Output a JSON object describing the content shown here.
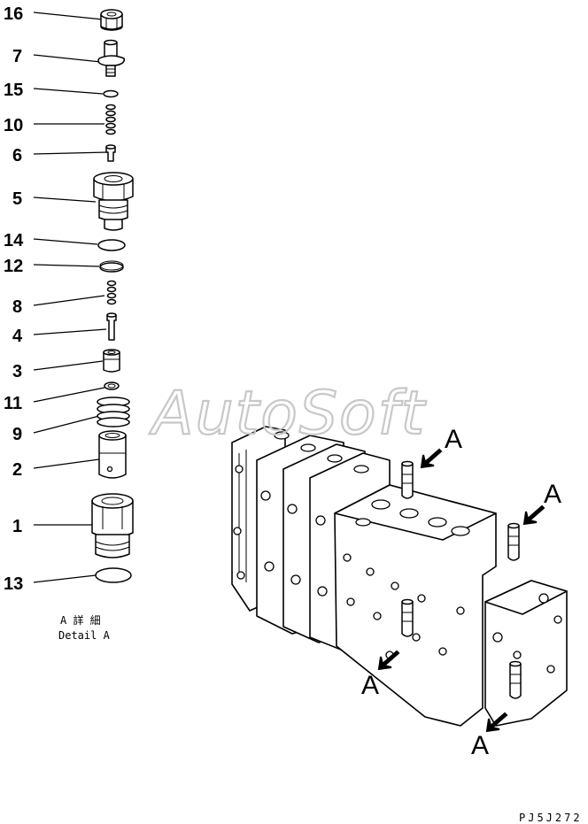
{
  "callouts": [
    {
      "label": "16",
      "part": "cap-nut"
    },
    {
      "label": "7",
      "part": "adjust-screw"
    },
    {
      "label": "15",
      "part": "o-ring-small"
    },
    {
      "label": "10",
      "part": "spring-small"
    },
    {
      "label": "6",
      "part": "poppet"
    },
    {
      "label": "5",
      "part": "holder"
    },
    {
      "label": "14",
      "part": "o-ring"
    },
    {
      "label": "12",
      "part": "backup-ring"
    },
    {
      "label": "8",
      "part": "spring"
    },
    {
      "label": "4",
      "part": "piston"
    },
    {
      "label": "3",
      "part": "seat"
    },
    {
      "label": "11",
      "part": "ring"
    },
    {
      "label": "9",
      "part": "spring-large"
    },
    {
      "label": "2",
      "part": "sleeve"
    },
    {
      "label": "1",
      "part": "body"
    },
    {
      "label": "13",
      "part": "o-ring-large"
    }
  ],
  "detail_caption": {
    "jp": "A 詳 細",
    "en": "Detail A"
  },
  "watermark": "AutoSoft",
  "arrow_label": "A",
  "drawing_code": "PJ5J272"
}
